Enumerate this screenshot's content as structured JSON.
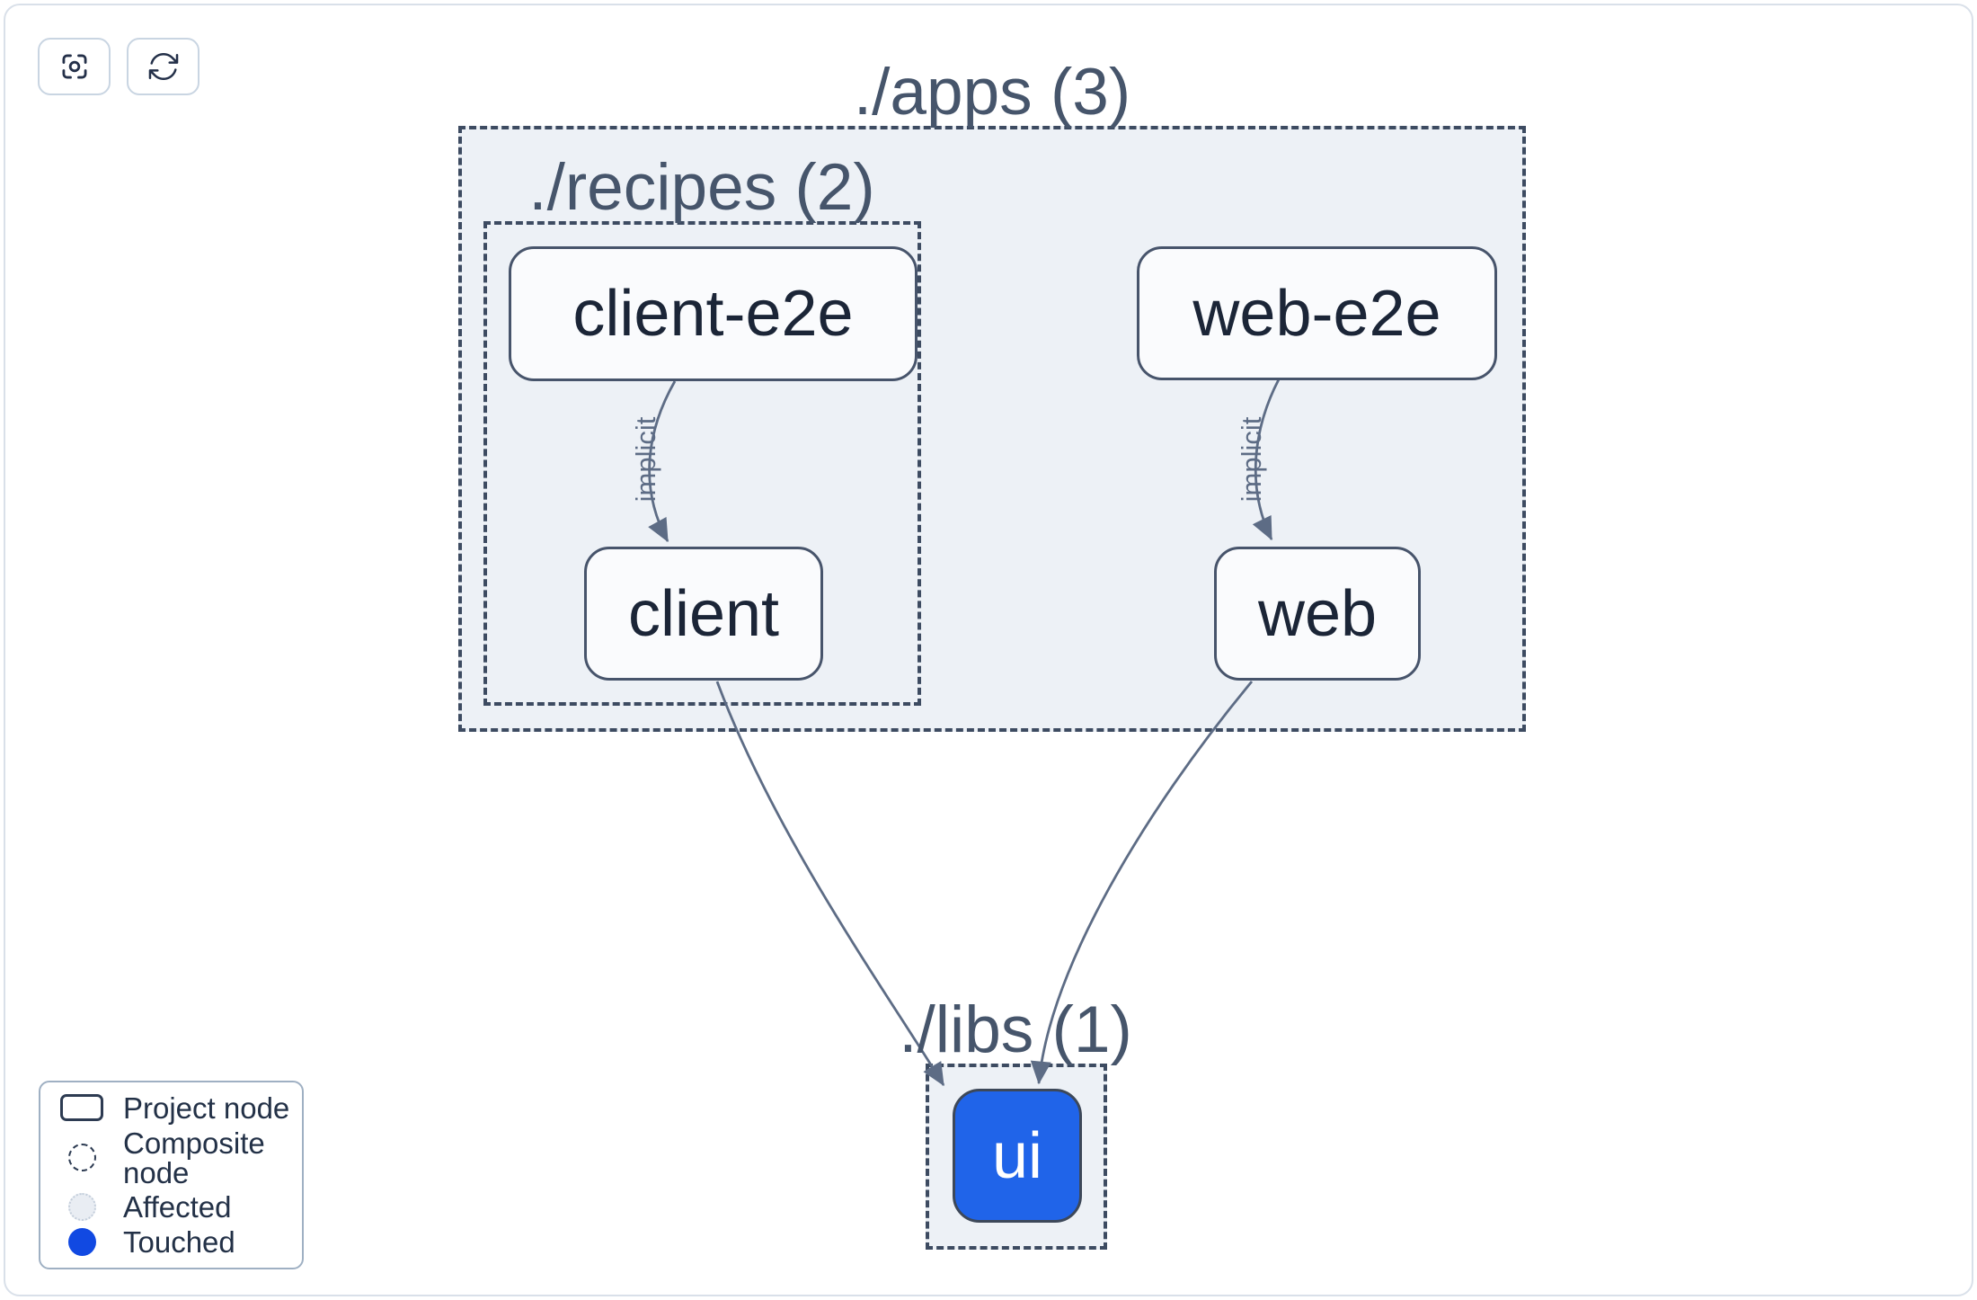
{
  "toolbar": {
    "buttons": [
      {
        "name": "zoom-to-fit",
        "icon": "viewfinder-icon"
      },
      {
        "name": "refresh",
        "icon": "refresh-icon"
      }
    ]
  },
  "graph": {
    "containers": {
      "apps": {
        "label": "./apps (3)"
      },
      "recipes": {
        "label": "./recipes (2)"
      },
      "libs": {
        "label": "./libs (1)"
      }
    },
    "nodes": {
      "client_e2e": {
        "label": "client-e2e",
        "state": "default"
      },
      "web_e2e": {
        "label": "web-e2e",
        "state": "default"
      },
      "client": {
        "label": "client",
        "state": "default"
      },
      "web": {
        "label": "web",
        "state": "default"
      },
      "ui": {
        "label": "ui",
        "state": "touched"
      }
    },
    "edges": [
      {
        "source": "client-e2e",
        "target": "client",
        "label": "implicit"
      },
      {
        "source": "web-e2e",
        "target": "web",
        "label": "implicit"
      },
      {
        "source": "client",
        "target": "ui",
        "label": ""
      },
      {
        "source": "web",
        "target": "ui",
        "label": ""
      }
    ]
  },
  "legend": {
    "items": [
      {
        "label": "Project node",
        "swatch": "project-rect"
      },
      {
        "label": "Composite node",
        "swatch": "dashed-circle"
      },
      {
        "label": "Affected",
        "swatch": "affected-circle"
      },
      {
        "label": "Touched",
        "swatch": "touched-circle"
      }
    ]
  },
  "colors": {
    "touched_node_fill": "#2064e9",
    "touched_legend": "#1149e2",
    "node_fill": "#fafbfd",
    "node_border": "#47546b",
    "container_fill": "#edf1f6",
    "dashed_border": "#3d4b61",
    "edge": "#5d6c85",
    "container_label": "#46556b",
    "node_text": "#1b2537"
  }
}
